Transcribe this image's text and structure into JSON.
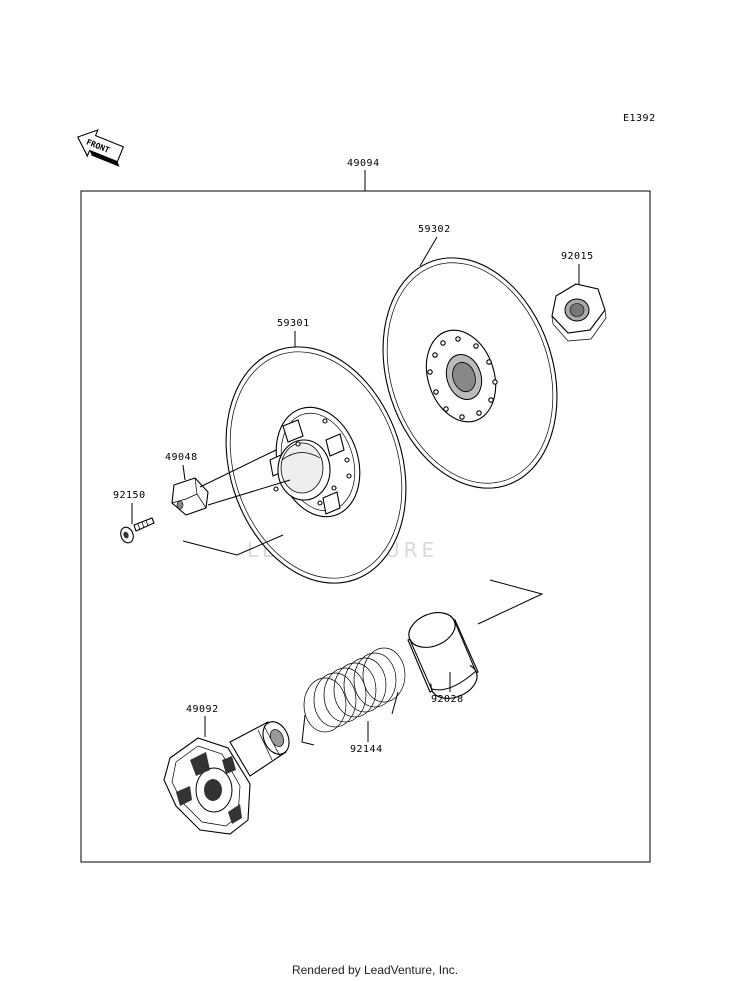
{
  "diagram_code": "E1392",
  "front_label": "FRONT",
  "watermark": "LEADVENTURE",
  "footer": "Rendered by LeadVenture, Inc.",
  "parts": [
    {
      "id": "49094"
    },
    {
      "id": "59302"
    },
    {
      "id": "92015"
    },
    {
      "id": "59301"
    },
    {
      "id": "49048"
    },
    {
      "id": "92150"
    },
    {
      "id": "92028"
    },
    {
      "id": "49092"
    },
    {
      "id": "92144"
    }
  ]
}
